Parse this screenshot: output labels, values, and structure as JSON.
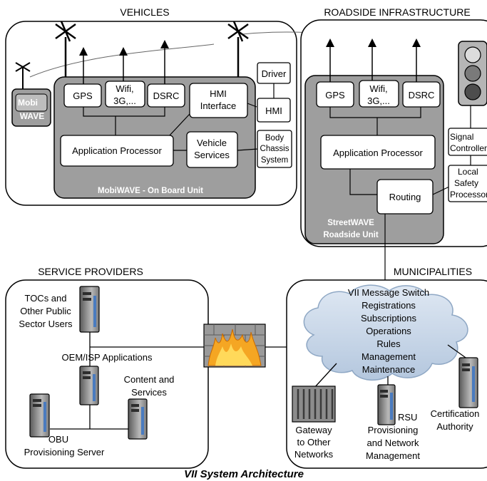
{
  "sections": {
    "vehicles": "VEHICLES",
    "roadside": "ROADSIDE INFRASTRUCTURE",
    "service_providers": "SERVICE PROVIDERS",
    "municipalities": "MUNICIPALITIES"
  },
  "vehicle": {
    "mobi_line1": "Mobi",
    "mobi_line2": "WAVE",
    "gps": "GPS",
    "wifi_line1": "Wifi,",
    "wifi_line2": "3G,...",
    "dsrc": "DSRC",
    "hmi_iface_line1": "HMI",
    "hmi_iface_line2": "Interface",
    "driver": "Driver",
    "hmi": "HMI",
    "app_processor": "Application Processor",
    "vehicle_services_line1": "Vehicle",
    "vehicle_services_line2": "Services",
    "body_line1": "Body",
    "body_line2": "Chassis",
    "body_line3": "System",
    "obu_label": "MobiWAVE - On Board Unit"
  },
  "roadside": {
    "gps": "GPS",
    "wifi_line1": "Wifi,",
    "wifi_line2": "3G,...",
    "dsrc": "DSRC",
    "app_processor": "Application Processor",
    "routing": "Routing",
    "rsu_line1": "StreetWAVE",
    "rsu_line2": "Roadside Unit",
    "signal_line1": "Signal",
    "signal_line2": "Controller",
    "safety_line1": "Local",
    "safety_line2": "Safety",
    "safety_line3": "Processor"
  },
  "services": {
    "tocs_line1": "TOCs and",
    "tocs_line2": "Other Public",
    "tocs_line3": "Sector Users",
    "oem": "OEM/ISP Applications",
    "content_line1": "Content and",
    "content_line2": "Services",
    "obu_line1": "OBU",
    "obu_line2": "Provisioning Server"
  },
  "municipal": {
    "cloud_lines": [
      "VII Message Switch",
      "Registrations",
      "Subscriptions",
      "Operations",
      "Rules",
      "Management",
      "Maintenance"
    ],
    "gateway_line1": "Gateway",
    "gateway_line2": "to Other",
    "gateway_line3": "Networks",
    "rsu_line1": "RSU",
    "rsu_line2": "Provisioning",
    "rsu_line3": "and Network",
    "rsu_line4": "Management",
    "cert_line1": "Certification",
    "cert_line2": "Authority"
  },
  "caption": "VII System Architecture",
  "colors": {
    "unit_gray": "#9e9e9e",
    "cloud": "#c9d8ea",
    "cloud_stroke": "#8ea7c4",
    "fire": "#f5a623",
    "brick": "#8a8a8a"
  },
  "icons": [
    "antenna-icon",
    "server-icon",
    "firewall-icon",
    "traffic-light-icon",
    "cloud-icon",
    "gateway-rack-icon"
  ]
}
